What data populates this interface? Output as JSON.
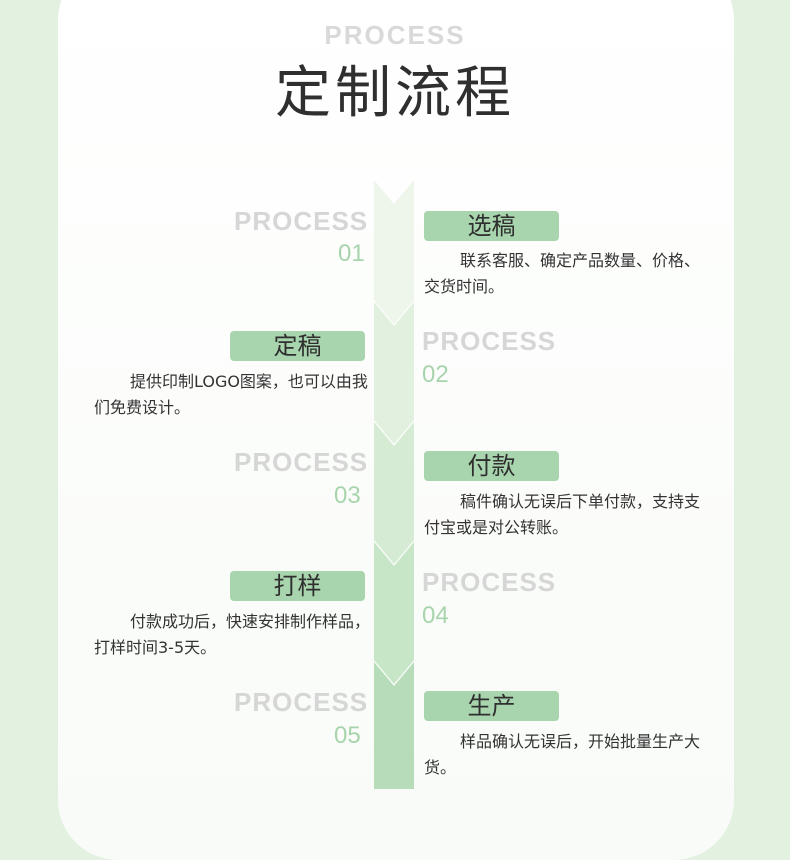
{
  "header": {
    "en": "PROCESS",
    "title": "定制流程"
  },
  "steps": [
    {
      "en": "PROCESS",
      "num": "01",
      "title": "选稿",
      "desc": "联系客服、确定产品数量、价格、交货时间。"
    },
    {
      "en": "PROCESS",
      "num": "02",
      "title": "定稿",
      "desc": "提供印制LOGO图案，也可以由我们免费设计。"
    },
    {
      "en": "PROCESS",
      "num": "03",
      "title": "付款",
      "desc": "稿件确认无误后下单付款，支持支付宝或是对公转账。"
    },
    {
      "en": "PROCESS",
      "num": "04",
      "title": "打样",
      "desc": "付款成功后，快速安排制作样品，打样时间3-5天。"
    },
    {
      "en": "PROCESS",
      "num": "05",
      "title": "生产",
      "desc": "样品确认无误后，开始批量生产大货。"
    }
  ],
  "colors": {
    "accent": "#a8d5ad",
    "page_bg": "#e3f1e1",
    "muted_text": "#d6d6d6"
  }
}
